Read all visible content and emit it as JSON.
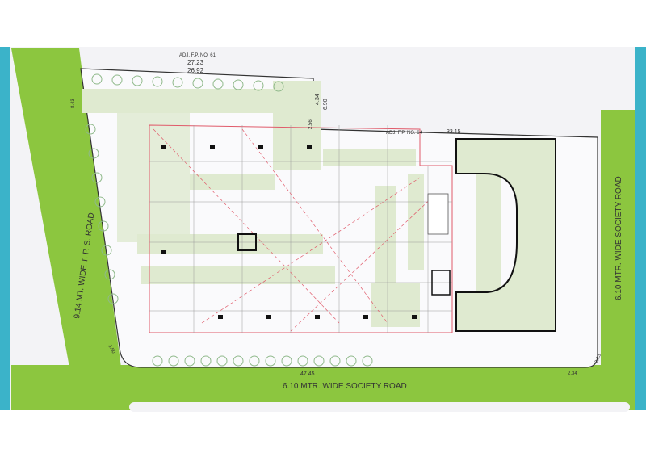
{
  "colors": {
    "road_green": "#8cc63f",
    "frame_teal": "#3bb3c9",
    "landscape_green": "#dfead0",
    "boundary_red": "#e05a6a",
    "wall_black": "#111111"
  },
  "plot": {
    "top_adjacent": "ADJ. F.P. NO. 61",
    "top_dim_1": "27.23",
    "top_dim_2": "26.92",
    "right_adjacent": "ADJ. F.P. NO. 64",
    "right_top_dim": "33.15",
    "left_dim": "8.43",
    "dim_434": "4.34",
    "dim_690": "6.90",
    "dim_256": "2.56",
    "bottom_dim": "47.45",
    "corner_dim_1": "2.34",
    "corner_dim_2": "2.13",
    "corner_dim_3": "3.50"
  },
  "roads": {
    "left": "9.14 MT. WIDE T. P. S. ROAD",
    "bottom": "6.10 MTR. WIDE SOCIETY ROAD",
    "right": "6.10 MTR. WIDE SOCIETY ROAD"
  }
}
